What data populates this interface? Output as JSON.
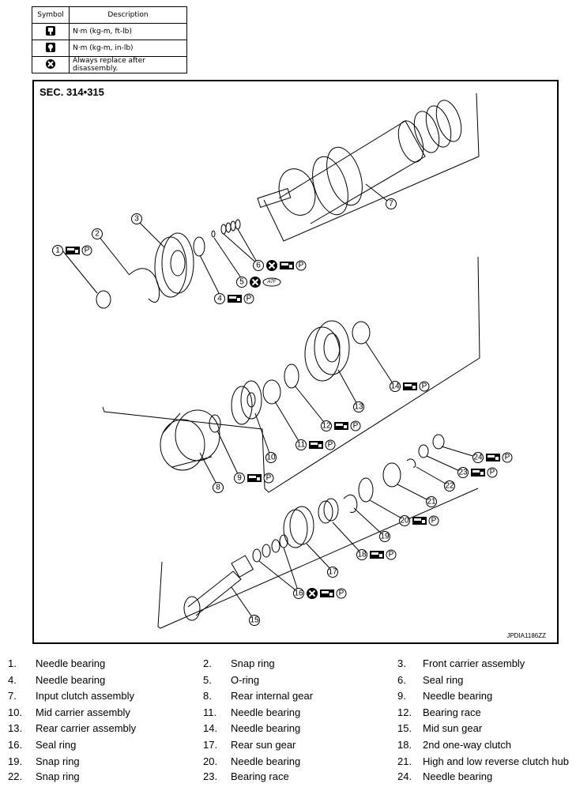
{
  "legend": {
    "header_symbol": "Symbol",
    "header_description": "Description",
    "rows": [
      {
        "icon": "torque-wrench-ft-lb-icon",
        "text": "N·m (kg-m, ft-lb)"
      },
      {
        "icon": "torque-wrench-in-lb-icon",
        "text": "N·m (kg-m, in-lb)"
      },
      {
        "icon": "replace-x-icon",
        "text": "Always replace after disassembly."
      }
    ]
  },
  "diagram": {
    "section": "SEC. 314•315",
    "id": "JPDIA1186ZZ",
    "callouts": [
      "1",
      "2",
      "3",
      "4",
      "5",
      "6",
      "7",
      "8",
      "9",
      "10",
      "11",
      "12",
      "13",
      "14",
      "15",
      "16",
      "17",
      "18",
      "19",
      "20",
      "21",
      "22",
      "23",
      "24"
    ],
    "tag_text": "P",
    "atf_text": "ATF"
  },
  "parts": [
    {
      "num": "1.",
      "name": "Needle bearing"
    },
    {
      "num": "2.",
      "name": "Snap ring"
    },
    {
      "num": "3.",
      "name": "Front carrier assembly"
    },
    {
      "num": "4.",
      "name": "Needle bearing"
    },
    {
      "num": "5.",
      "name": "O-ring"
    },
    {
      "num": "6.",
      "name": "Seal ring"
    },
    {
      "num": "7.",
      "name": "Input clutch assembly"
    },
    {
      "num": "8.",
      "name": "Rear internal gear"
    },
    {
      "num": "9.",
      "name": "Needle bearing"
    },
    {
      "num": "10.",
      "name": "Mid carrier assembly"
    },
    {
      "num": "11.",
      "name": "Needle bearing"
    },
    {
      "num": "12.",
      "name": "Bearing race"
    },
    {
      "num": "13.",
      "name": "Rear carrier assembly"
    },
    {
      "num": "14.",
      "name": "Needle bearing"
    },
    {
      "num": "15.",
      "name": "Mid sun gear"
    },
    {
      "num": "16.",
      "name": "Seal ring"
    },
    {
      "num": "17.",
      "name": "Rear sun gear"
    },
    {
      "num": "18.",
      "name": "2nd one-way clutch"
    },
    {
      "num": "19.",
      "name": "Snap ring"
    },
    {
      "num": "20.",
      "name": "Needle bearing"
    },
    {
      "num": "21.",
      "name": "High and low reverse clutch hub"
    },
    {
      "num": "22.",
      "name": "Snap ring"
    },
    {
      "num": "23.",
      "name": "Bearing race"
    },
    {
      "num": "24.",
      "name": "Needle bearing"
    }
  ]
}
